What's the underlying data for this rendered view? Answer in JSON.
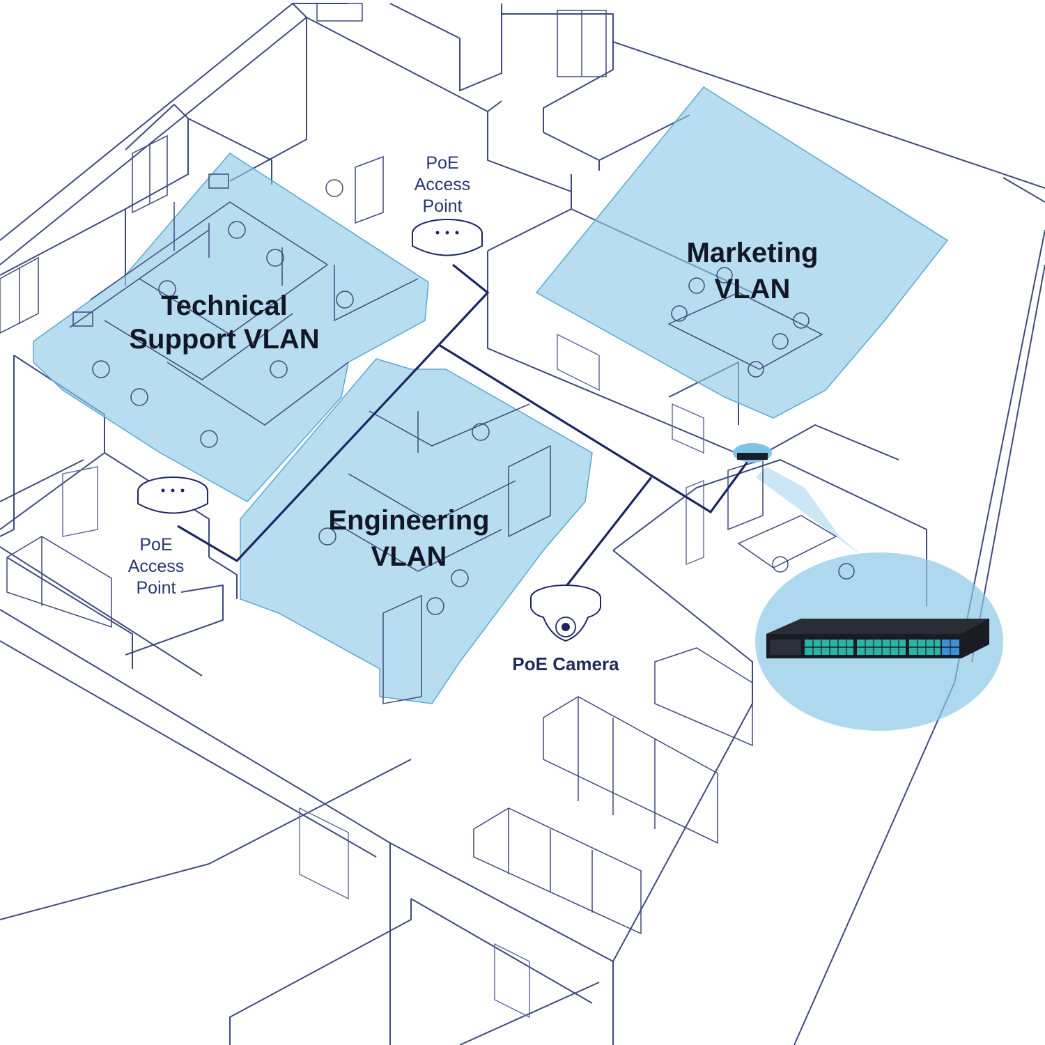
{
  "zones": {
    "technical_support": {
      "line1": "Technical",
      "line2": "Support VLAN"
    },
    "marketing": {
      "line1": "Marketing",
      "line2": "VLAN"
    },
    "engineering": {
      "line1": "Engineering",
      "line2": "VLAN"
    }
  },
  "devices": {
    "access_point_top": {
      "line1": "PoE",
      "line2": "Access",
      "line3": "Point"
    },
    "access_point_left": {
      "line1": "PoE",
      "line2": "Access",
      "line3": "Point"
    },
    "camera": {
      "label": "PoE Camera"
    },
    "switch": {
      "label": ""
    }
  },
  "colors": {
    "vlan_highlight": "#8cc8e6",
    "cable": "#1c2560",
    "outline": "#3d4a7a",
    "text": "#1f2a5c"
  }
}
